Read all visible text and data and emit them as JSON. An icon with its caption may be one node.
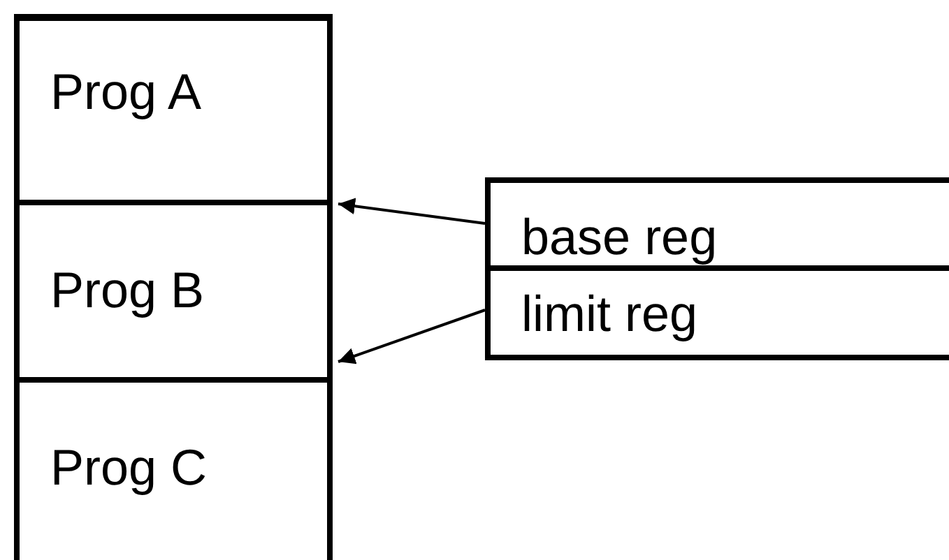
{
  "diagram": {
    "nodes": [
      {
        "text": [
          "Prog A"
        ]
      },
      {
        "text": [
          "Prog B"
        ]
      },
      {
        "text": [
          "Prog C"
        ]
      },
      {
        "text": [
          "base reg"
        ]
      },
      {
        "text": [
          "limit reg"
        ]
      }
    ],
    "edges": [
      {
        "from": 3,
        "to": 1,
        "arrow": "to"
      },
      {
        "from": 4,
        "to": 1,
        "arrow": "to"
      }
    ]
  }
}
